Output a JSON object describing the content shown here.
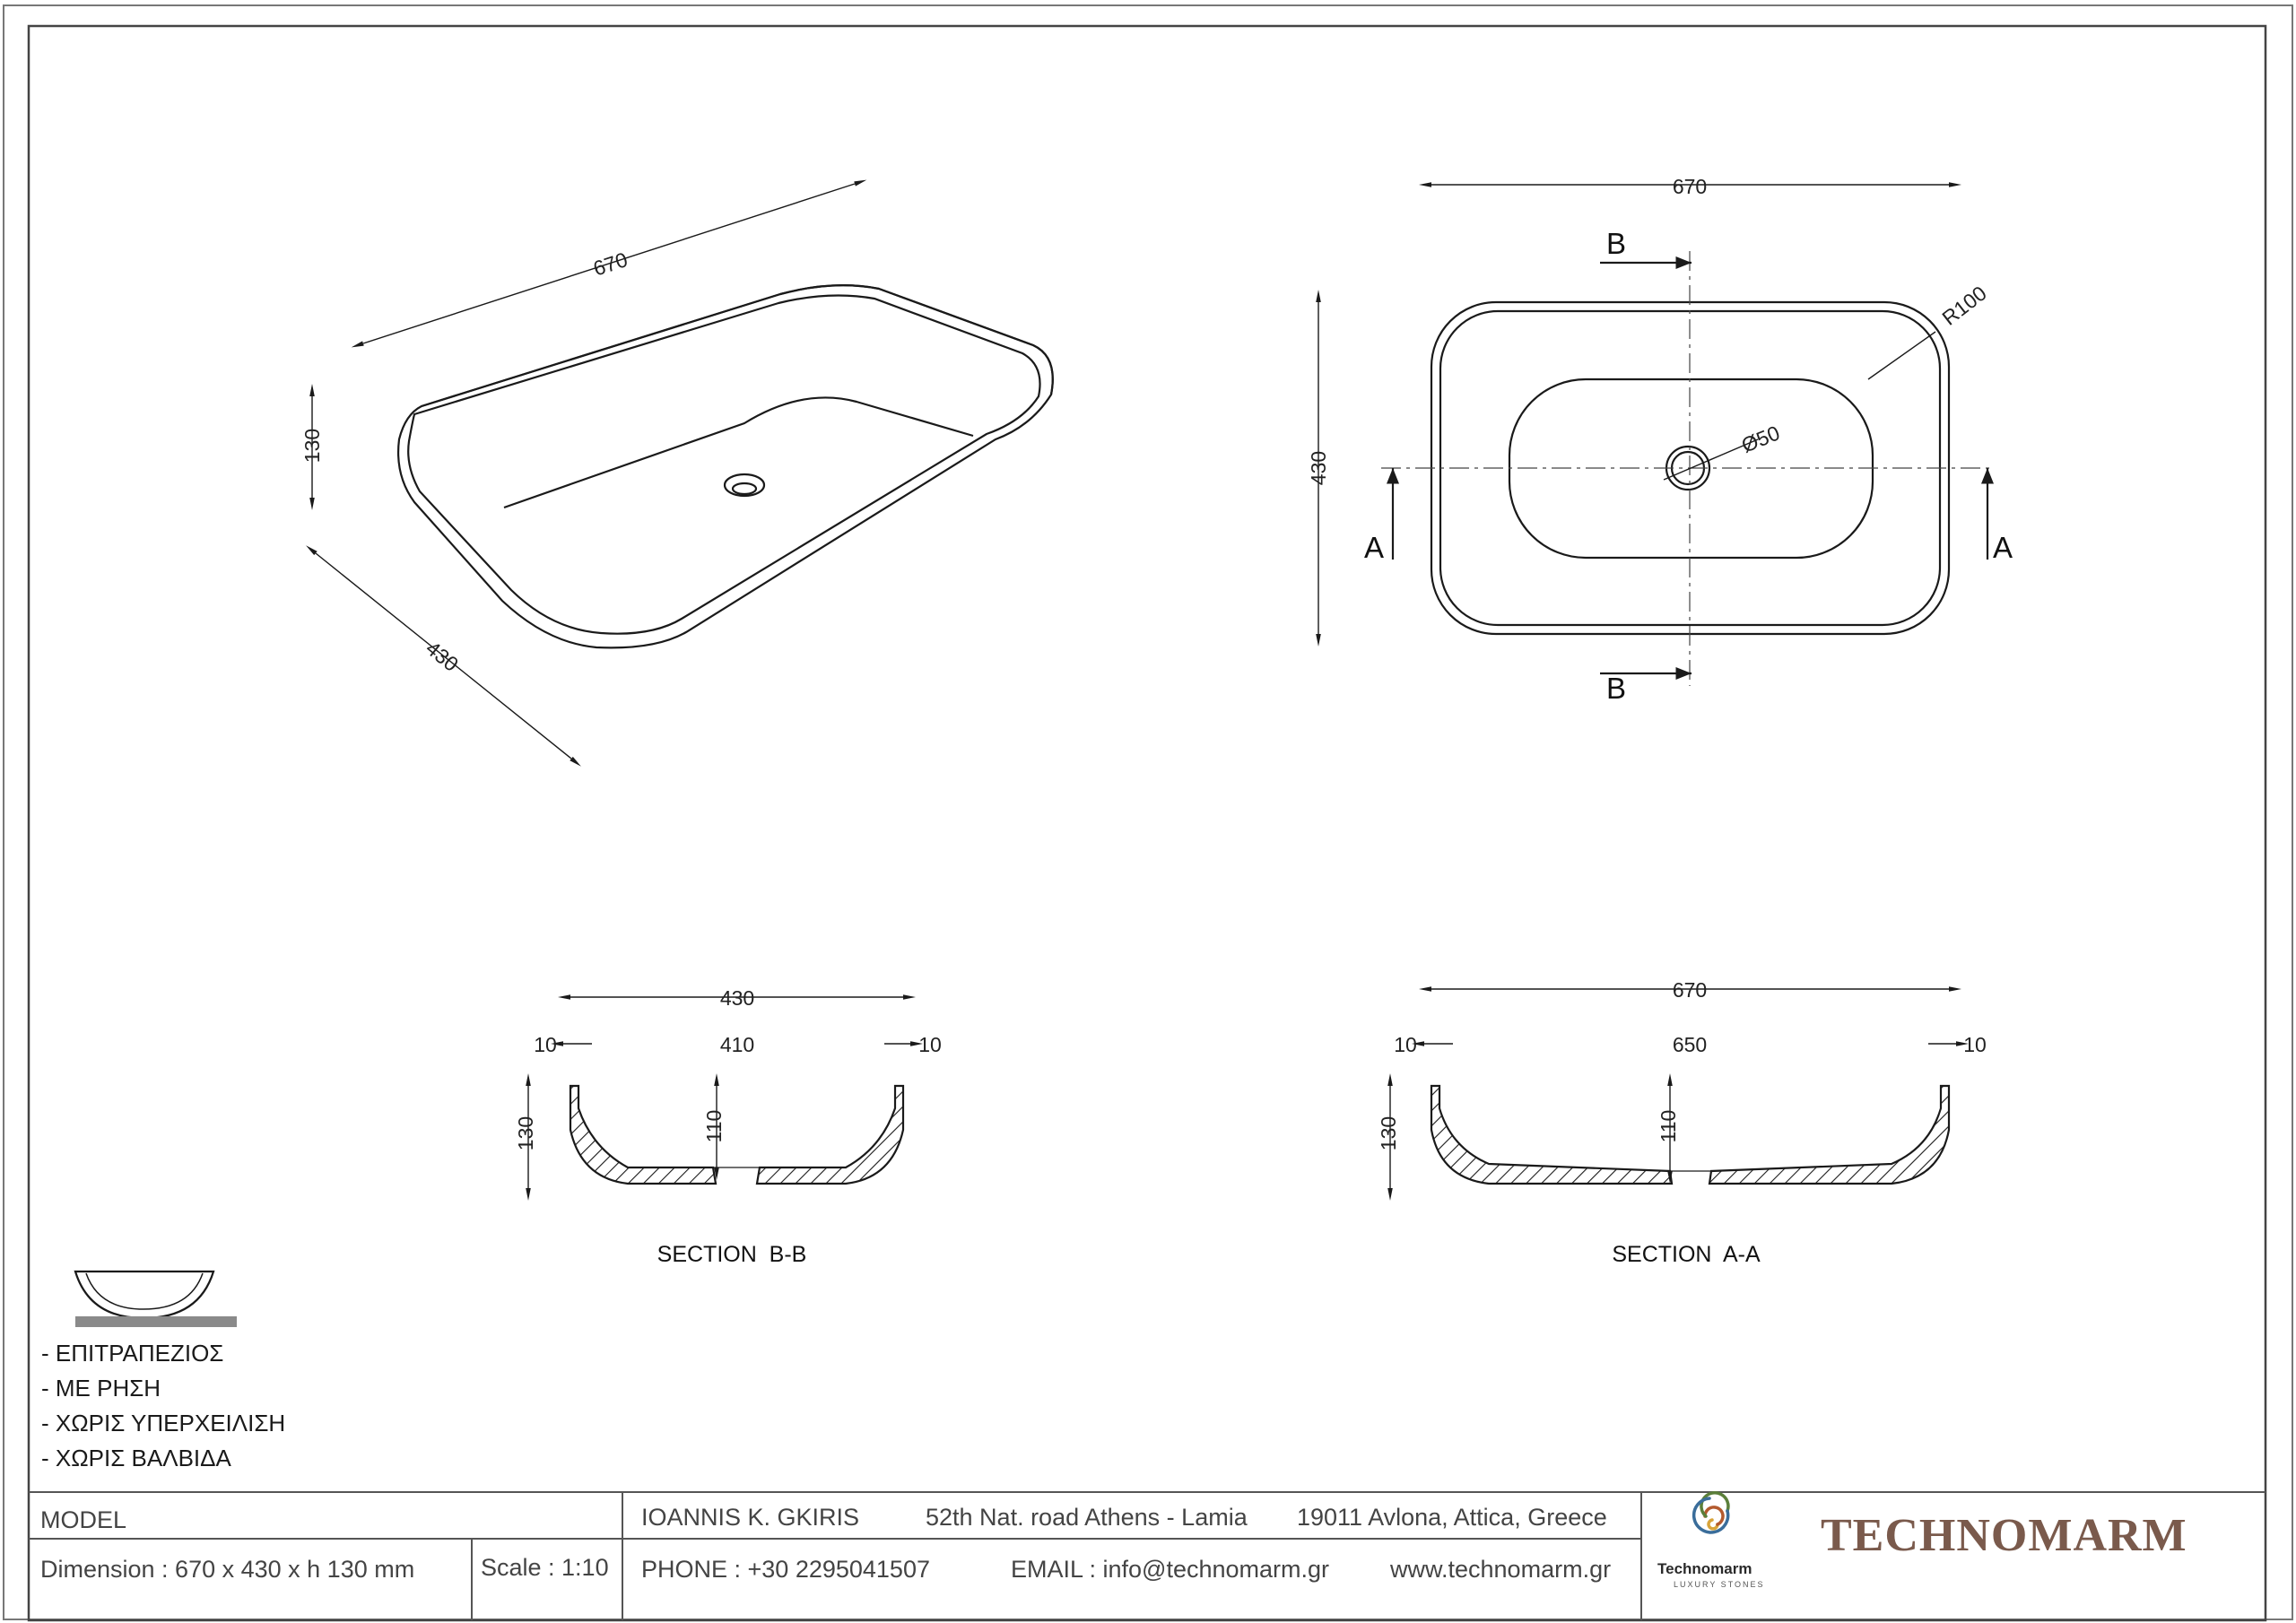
{
  "dimensions": {
    "iso_length": "670",
    "iso_height": "130",
    "iso_width": "430",
    "plan_length": "670",
    "plan_width": "430",
    "plan_radius": "R100",
    "plan_drain": "Ø50",
    "bb_total": "430",
    "bb_left": "10",
    "bb_inner": "410",
    "bb_right": "10",
    "bb_height": "130",
    "bb_depth": "110",
    "aa_total": "670",
    "aa_left": "10",
    "aa_inner": "650",
    "aa_right": "10",
    "aa_height": "130",
    "aa_depth": "110"
  },
  "section_marks": {
    "a": "A",
    "b": "B"
  },
  "sections": {
    "bb": "SECTION  B-B",
    "aa": "SECTION  A-A"
  },
  "notes": [
    "- ΕΠΙΤΡΑΠΕΖΙΟΣ",
    "-  ΜΕ ΡΗΣΗ",
    "-  ΧΩΡΙΣ ΥΠΕΡΧΕΙΛΙΣΗ",
    "-  ΧΩΡΙΣ ΒΑΛΒΙΔΑ"
  ],
  "title_block": {
    "model_label": "MODEL",
    "dimension": "Dimension :  670 x 430 x h 130 mm",
    "scale": "Scale : 1:10",
    "company": "IOANNIS K. GKIRIS",
    "road": "52th Nat. road Athens - Lamia",
    "address": "19011 Avlona, Attica, Greece",
    "phone": "PHONE : +30 2295041507",
    "email": "EMAIL : info@technomarm.gr",
    "web": "www.technomarm.gr",
    "logo_name": "Technomarm",
    "logo_sub": "LUXURY STONES",
    "brand": "TECHNOMARM"
  },
  "colors": {
    "line": "#1a1a1a",
    "brand": "#7a5a4c",
    "border": "#555555"
  }
}
